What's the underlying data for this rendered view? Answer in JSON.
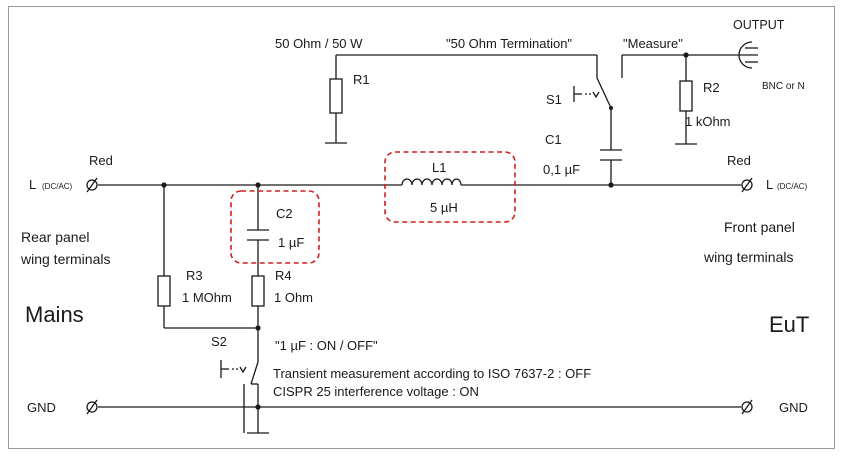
{
  "labels": {
    "r1_rating": "50 Ohm / 50 W",
    "r1": "R1",
    "termination": "\"50 Ohm Termination\"",
    "measure": "\"Measure\"",
    "output": "OUTPUT",
    "bnc": "BNC or N",
    "s1": "S1",
    "r2": "R2",
    "r2_value": "1 kOhm",
    "c1": "C1",
    "c1_value": "0,1 µF",
    "l1": "L1",
    "l1_value": "5 µH",
    "red_left": "Red",
    "red_right": "Red",
    "l_left": "L",
    "l_left_sub": "(DC/AC)",
    "l_right": "L",
    "l_right_sub": "(DC/AC)",
    "c2": "C2",
    "c2_value": "1 µF",
    "rear_panel_1": "Rear panel",
    "rear_panel_2": "wing terminals",
    "front_panel_1": "Front panel",
    "front_panel_2": "wing terminals",
    "r3": "R3",
    "r3_value": "1 MOhm",
    "r4": "R4",
    "r4_value": "1 Ohm",
    "mains": "Mains",
    "eut": "EuT",
    "s2": "S2",
    "s2_caption": "\"1 µF : ON / OFF\"",
    "transient": "Transient measurement according to ISO 7637-2 : OFF",
    "cispr": "CISPR 25 interference voltage : ON",
    "gnd_left": "GND",
    "gnd_right": "GND"
  },
  "colors": {
    "highlight": "#d21f1f",
    "line": "#1a1a1a",
    "border": "#9a9a9a"
  }
}
